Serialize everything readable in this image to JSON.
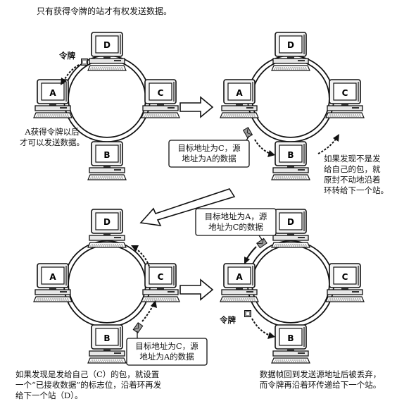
{
  "header": {
    "caption": "只有获得令牌的站才有权发送数据。"
  },
  "stations": {
    "a": "A",
    "b": "B",
    "c": "C",
    "d": "D"
  },
  "panel1": {
    "token_label": "令牌",
    "note": "A获得令牌以后\n才可以发送数据。"
  },
  "panel2": {
    "frame_label": "目标地址为C，源\n地址为A的数据",
    "note": "如果发现不是发\n给自己的包，就\n原封不动地沿着\n环转给下一个站。"
  },
  "panel3": {
    "frame_label": "目标地址为C，源\n地址为A的数据",
    "note": "如果发现是发给自己（C）的包，就设置\n一个“已接收数据”的标志位，沿着环再发\n给下一个站（D）。"
  },
  "panel4": {
    "frame_label": "目标地址为A，源\n地址为C的数据",
    "token_label": "令牌",
    "note": "数据帧回到发送源地址后被丢弃，\n而令牌再沿着环传递给下一个站。"
  }
}
